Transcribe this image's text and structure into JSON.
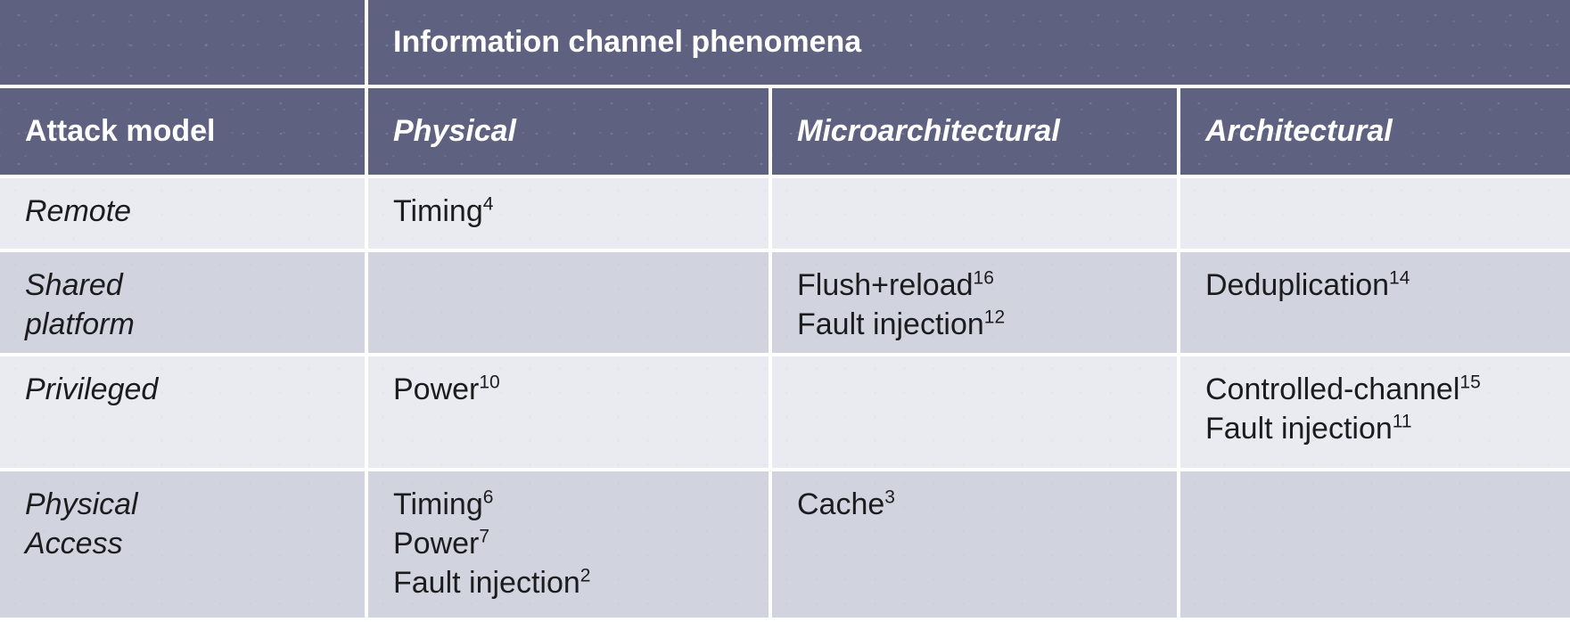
{
  "table": {
    "span_header": "Information channel phenomena",
    "column_headers": [
      "Attack model",
      "Physical",
      "Microarchitectural",
      "Architectural"
    ],
    "rows": [
      {
        "key": "remote",
        "label_lines": [
          "Remote"
        ],
        "physical": [
          {
            "text": "Timing",
            "sup": "4"
          }
        ],
        "microarchitectural": [],
        "architectural": []
      },
      {
        "key": "shared-platform",
        "label_lines": [
          "Shared",
          "platform"
        ],
        "physical": [],
        "microarchitectural": [
          {
            "text": "Flush+reload",
            "sup": "16"
          },
          {
            "text": "Fault injection",
            "sup": "12"
          }
        ],
        "architectural": [
          {
            "text": "Deduplication",
            "sup": "14"
          }
        ]
      },
      {
        "key": "privileged",
        "label_lines": [
          "Privileged"
        ],
        "physical": [
          {
            "text": "Power",
            "sup": "10"
          }
        ],
        "microarchitectural": [],
        "architectural": [
          {
            "text": "Controlled-channel",
            "sup": "15"
          },
          {
            "text": "Fault injection",
            "sup": "11"
          }
        ]
      },
      {
        "key": "physical-access",
        "label_lines": [
          "Physical",
          "Access"
        ],
        "physical": [
          {
            "text": "Timing",
            "sup": "6"
          },
          {
            "text": "Power",
            "sup": "7"
          },
          {
            "text": "Fault injection",
            "sup": "2"
          }
        ],
        "microarchitectural": [
          {
            "text": "Cache",
            "sup": "3"
          }
        ],
        "architectural": []
      }
    ]
  },
  "colors": {
    "header_bg": "#5f6180",
    "row_light_bg": "#e9ebf1",
    "row_mid_bg": "#d1d3df",
    "header_text": "#ffffff",
    "body_text": "#1c1c1e",
    "grid_gap": "#ffffff"
  }
}
